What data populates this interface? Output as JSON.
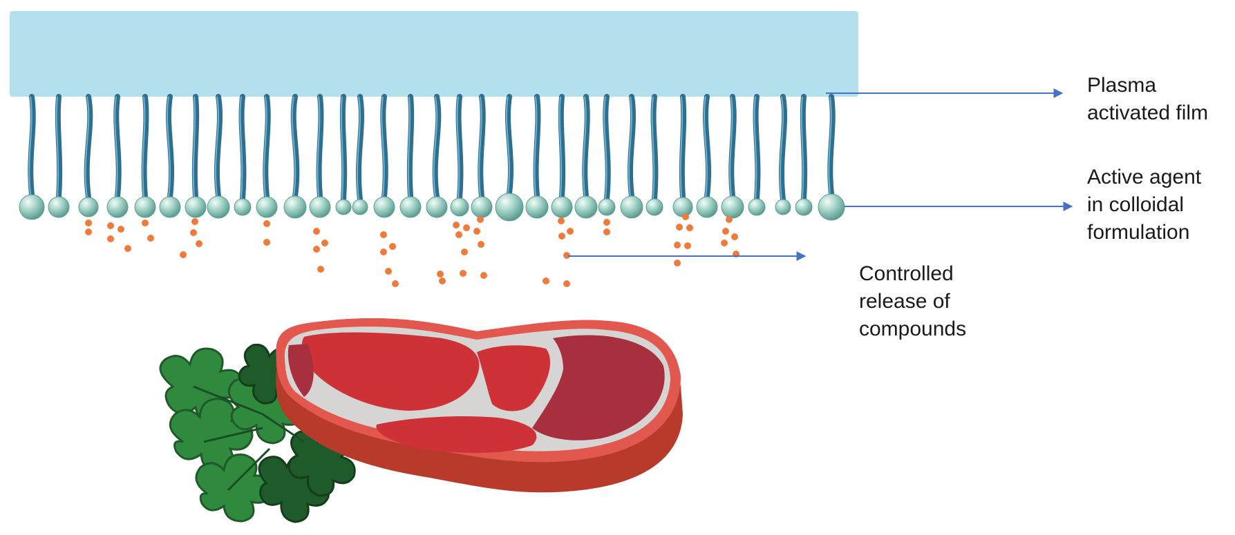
{
  "labels": {
    "film": {
      "line1": "Plasma",
      "line2": "activated film"
    },
    "agent": {
      "line1": "Active agent",
      "line2": "in colloidal",
      "line3": "formulation"
    },
    "release": {
      "line1": "Controlled",
      "line2": "release of",
      "line3": "compounds"
    }
  },
  "colors": {
    "film": "#b3e0ec",
    "tail": "#2e6e8e",
    "tail_highlight": "#6fb2cf",
    "head": "#9fd1c6",
    "droplet": "#f07a3a",
    "arrow": "#4472c4",
    "meat_red": "#cf3236",
    "meat_dark": "#a8303e",
    "meat_rim": "#b83a2a",
    "fat": "#d7d4d4",
    "parsley": "#2f8a3e",
    "parsley_dark": "#1f5a2a"
  },
  "icons": [
    "arrow-right-icon",
    "steak-icon",
    "parsley-icon",
    "surfactant-molecule-icon",
    "droplet-icon"
  ]
}
